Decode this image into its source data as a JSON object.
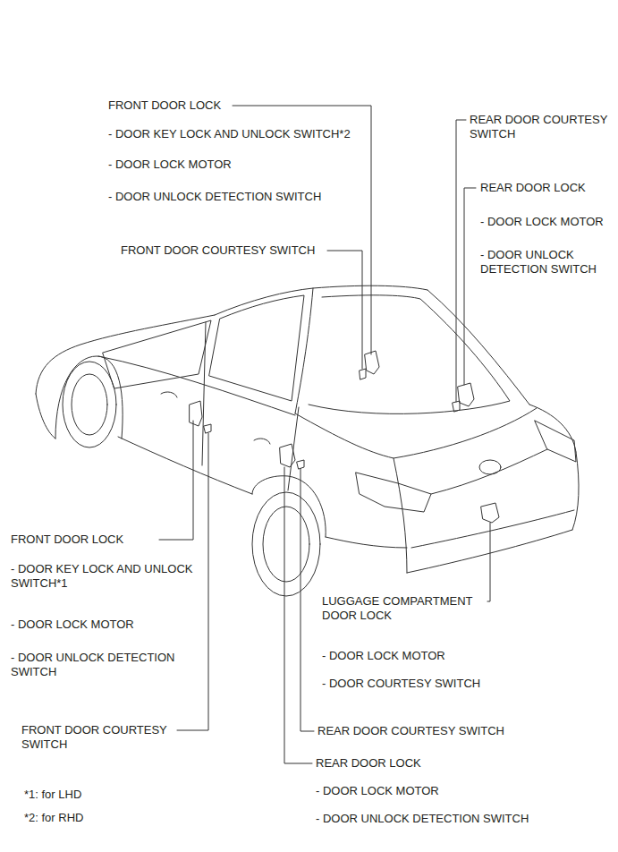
{
  "diagram": {
    "labels": [
      "FRONT DOOR LOCK",
      "- DOOR KEY LOCK AND UNLOCK SWITCH*2",
      "- DOOR LOCK MOTOR",
      "- DOOR UNLOCK DETECTION SWITCH",
      "REAR DOOR COURTESY SWITCH",
      "REAR DOOR LOCK",
      "- DOOR LOCK MOTOR",
      "- DOOR UNLOCK DETECTION SWITCH",
      "FRONT DOOR COURTESY SWITCH",
      "FRONT DOOR LOCK",
      "- DOOR KEY LOCK AND UNLOCK SWITCH*1",
      "- DOOR LOCK MOTOR",
      "- DOOR UNLOCK DETECTION SWITCH",
      "LUGGAGE COMPARTMENT DOOR LOCK",
      "- DOOR LOCK MOTOR",
      "- DOOR COURTESY SWITCH",
      "FRONT DOOR COURTESY SWITCH",
      "REAR DOOR COURTESY SWITCH",
      "REAR DOOR LOCK",
      "- DOOR LOCK MOTOR",
      "- DOOR UNLOCK DETECTION SWITCH",
      "*1: for LHD",
      "*2: for RHD"
    ]
  }
}
